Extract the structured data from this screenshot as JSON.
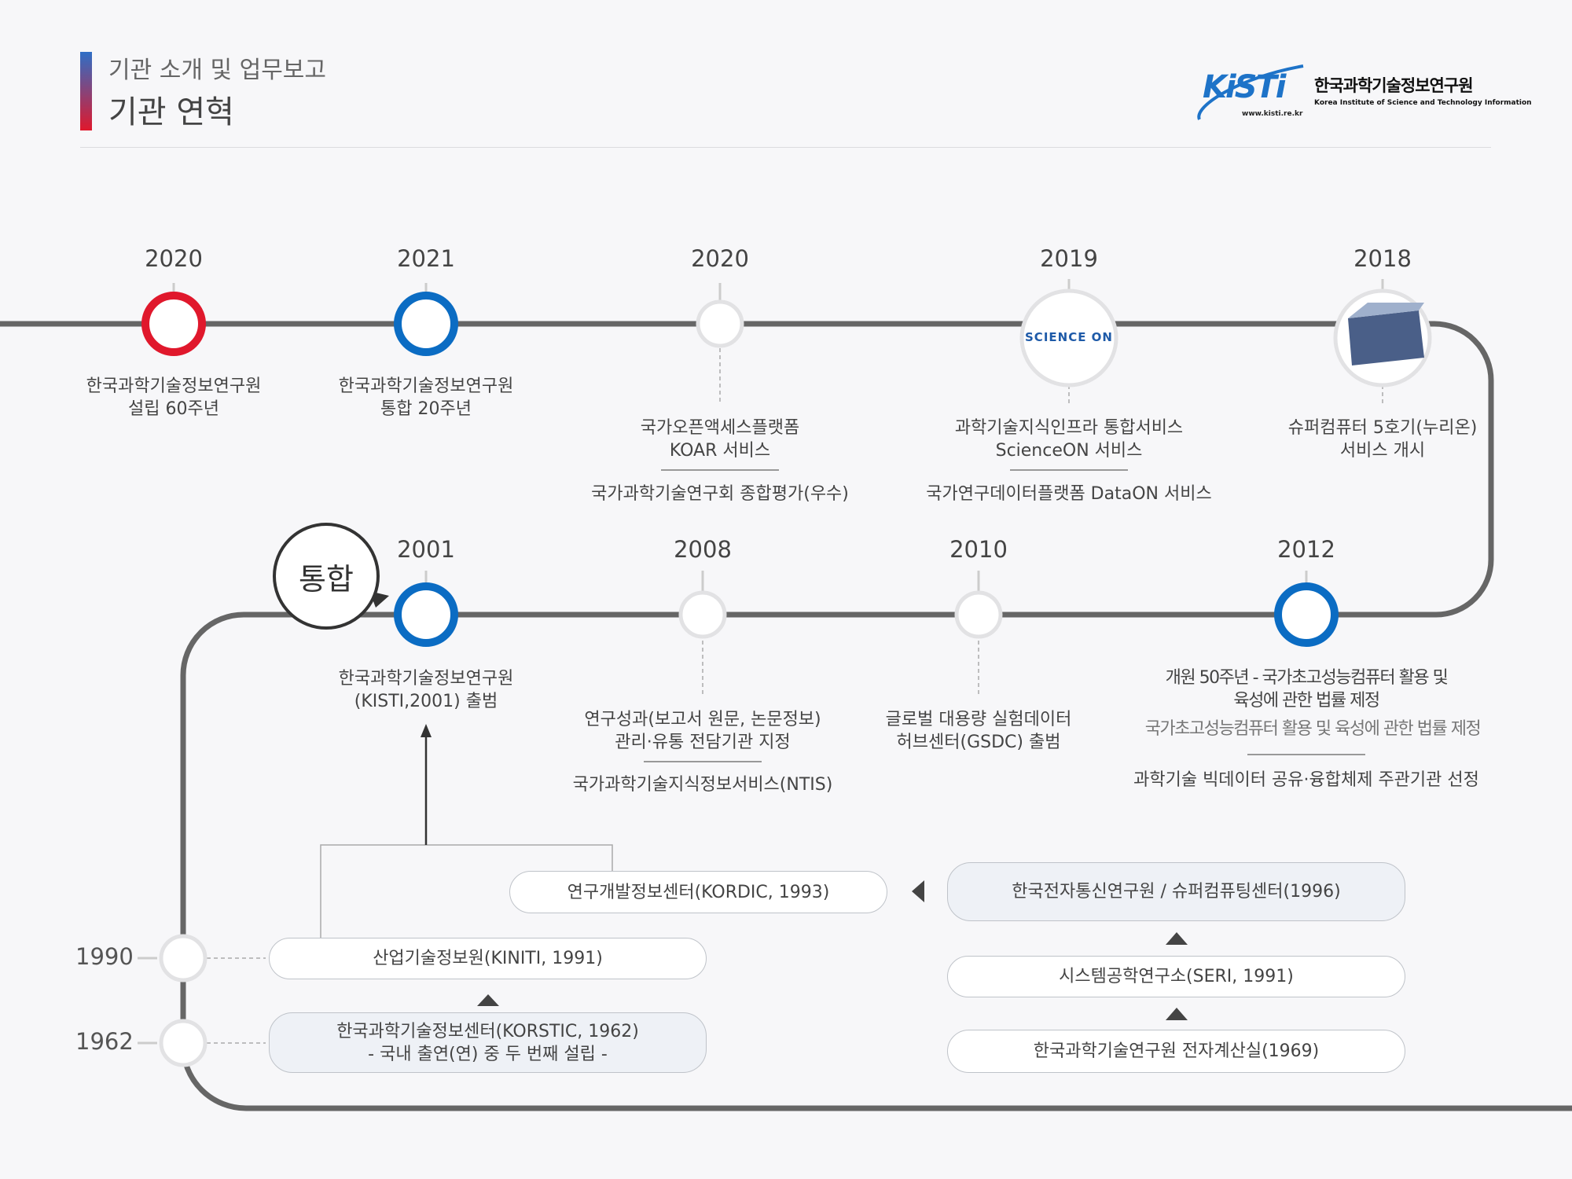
{
  "header": {
    "subtitle": "기관 소개 및 업무보고",
    "title": "기관 연혁"
  },
  "logo": {
    "mark": "KiSTi",
    "name_kr": "한국과학기술정보연구원",
    "name_en": "Korea Institute of Science and Technology Information",
    "url": "www.kisti.re.kr"
  },
  "colors": {
    "red": "#e0182c",
    "blue": "#0b6cc3",
    "line": "#666666",
    "ring": "#e2e2e4"
  },
  "top_row": [
    {
      "year": "2020",
      "lines": [
        "한국과학기술정보연구원",
        "설립 60주년"
      ]
    },
    {
      "year": "2021",
      "lines": [
        "한국과학기술정보연구원",
        "통합 20주년"
      ]
    },
    {
      "year": "2020",
      "lines": [
        "국가오픈액세스플랫폼",
        "KOAR 서비스"
      ],
      "extra": "국가과학기술연구회 종합평가(우수)"
    },
    {
      "year": "2019",
      "badge": "SCIENCE ON",
      "lines": [
        "과학기술지식인프라 통합서비스",
        "ScienceON 서비스"
      ],
      "extra": "국가연구데이터플랫폼 DataON 서비스"
    },
    {
      "year": "2018",
      "lines": [
        "슈퍼컴퓨터 5호기(누리온)",
        "서비스 개시"
      ]
    }
  ],
  "merge_label": "통합",
  "mid_row": [
    {
      "year": "2001",
      "lines": [
        "한국과학기술정보연구원",
        "(KISTI,2001) 출범"
      ]
    },
    {
      "year": "2008",
      "lines": [
        "연구성과(보고서 원문, 논문정보)",
        "관리·유통 전담기관 지정"
      ],
      "extra": "국가과학기술지식정보서비스(NTIS)"
    },
    {
      "year": "2010",
      "lines": [
        "글로벌 대용량 실험데이터",
        "허브센터(GSDC) 출범"
      ]
    },
    {
      "year": "2012",
      "lines": [
        "개원 50주년 - 국가초고성능컴퓨터 활용 및",
        "육성에 관한 법률 제정"
      ],
      "gray": "국가초고성능컴퓨터 활용 및 육성에 관한 법률 제정",
      "extra": "과학기술 빅데이터 공유·융합체제 주관기관 선정"
    }
  ],
  "side_years": [
    "1990",
    "1962"
  ],
  "boxes": {
    "kordic": "연구개발정보센터(KORDIC, 1993)",
    "etri": "한국전자통신연구원 / 슈퍼컴퓨팅센터(1996)",
    "kiniti": "산업기술정보원(KINITI, 1991)",
    "korstic": [
      "한국과학기술정보센터(KORSTIC, 1962)",
      "- 국내 출연(연) 중 두 번째 설립 -"
    ],
    "seri": "시스템공학연구소(SERI, 1991)",
    "kist": "한국과학기술연구원 전자계산실(1969)"
  }
}
